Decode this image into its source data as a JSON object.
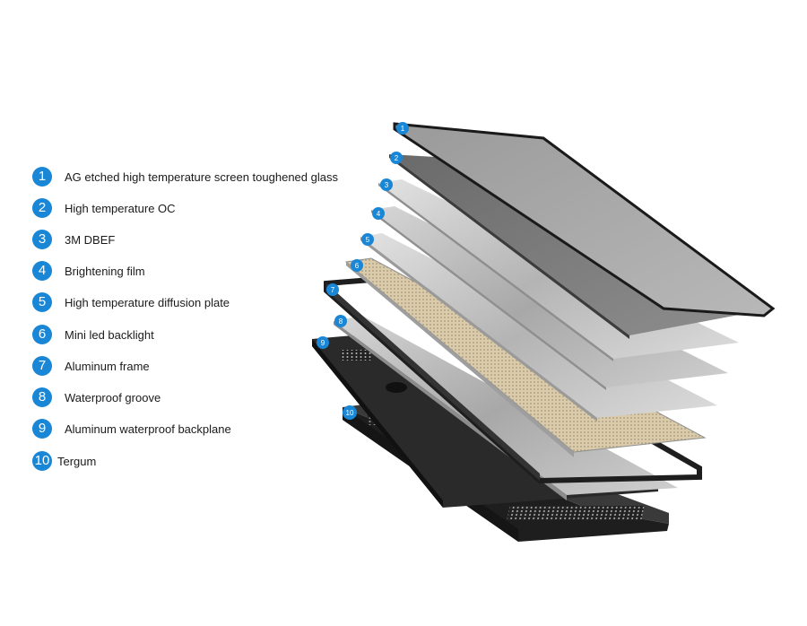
{
  "colors": {
    "badge": "#1a86d6",
    "marker": "#1a86d6"
  },
  "legend": {
    "items": [
      {
        "num": "1",
        "label": "AG etched high temperature screen toughened glass"
      },
      {
        "num": "2",
        "label": "High temperature OC"
      },
      {
        "num": "3",
        "label": "3M DBEF"
      },
      {
        "num": "4",
        "label": "Brightening film"
      },
      {
        "num": "5",
        "label": "High temperature diffusion plate"
      },
      {
        "num": "6",
        "label": "Mini led backlight"
      },
      {
        "num": "7",
        "label": "Aluminum frame"
      },
      {
        "num": "8",
        "label": "Waterproof groove"
      },
      {
        "num": "9",
        "label": "Aluminum waterproof backplane"
      },
      {
        "num": "10",
        "label": "Tergum"
      }
    ]
  },
  "diagram": {
    "markers": [
      "1",
      "2",
      "3",
      "4",
      "5",
      "6",
      "7",
      "8",
      "9",
      "10"
    ]
  }
}
